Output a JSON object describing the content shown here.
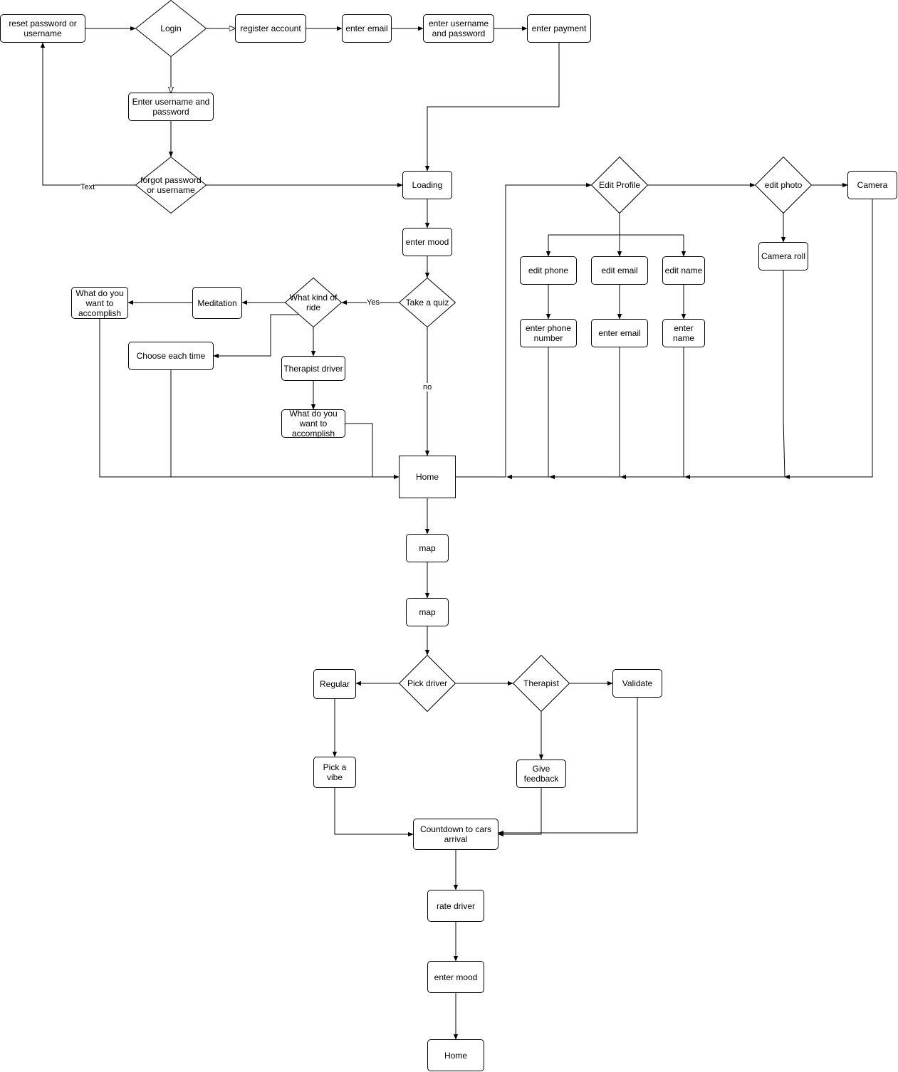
{
  "nodes": {
    "reset": "reset password or username",
    "login": "Login",
    "register": "register account",
    "enter_email_top": "enter email",
    "enter_userpass_top": "enter username and password",
    "enter_payment": "enter payment",
    "enter_userpass": "Enter username and password",
    "forgot": "forgot password or username",
    "loading": "Loading",
    "enter_mood": "enter mood",
    "take_quiz": "Take a quiz",
    "ride_kind": "What kind of ride",
    "meditation": "Meditation",
    "accomplish_1": "What do you want to accomplish",
    "choose_each": "Choose each time",
    "therapist_driver": "Therapist driver",
    "accomplish_2": "What do you want to accomplish",
    "home": "Home",
    "edit_profile": "Edit Profile",
    "edit_photo": "edit photo",
    "camera": "Camera",
    "camera_roll": "Camera roll",
    "edit_phone": "edit phone",
    "edit_email": "edit email",
    "edit_name": "edit name",
    "enter_phone": "enter phone number",
    "enter_email_profile": "enter email",
    "enter_name": "enter name",
    "map_1": "map",
    "map_2": "map",
    "pick_driver": "Pick driver",
    "regular": "Regular",
    "therapist": "Therapist",
    "validate": "Validate",
    "pick_vibe": "Pick a vibe",
    "give_feedback": "Give feedback",
    "countdown": "Countdown to cars arrival",
    "rate_driver": "rate driver",
    "enter_mood_2": "enter mood",
    "home_2": "Home"
  },
  "edge_labels": {
    "text": "Text",
    "yes": "Yes",
    "no": "no"
  }
}
